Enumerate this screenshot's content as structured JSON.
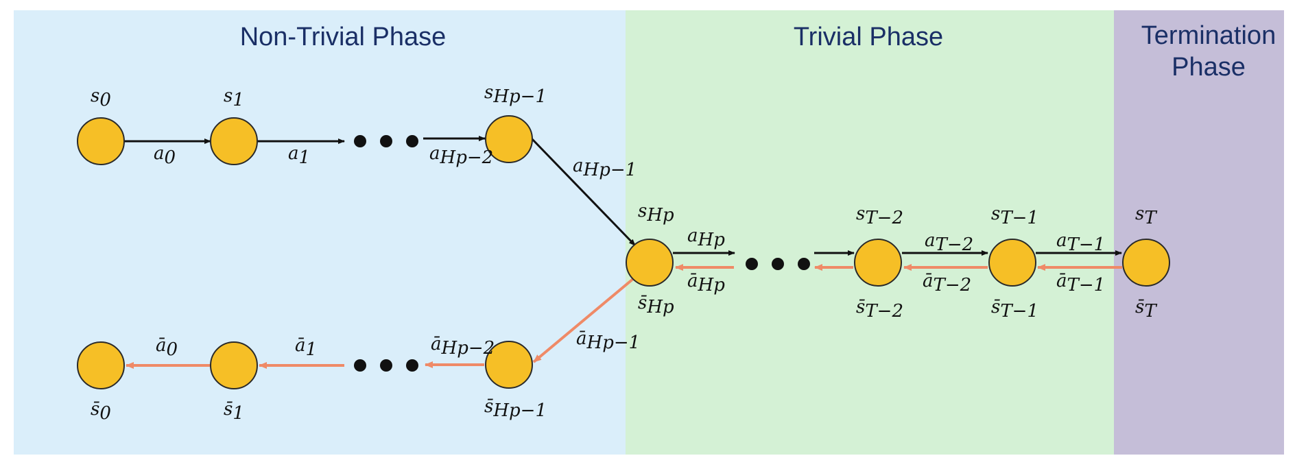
{
  "phases": {
    "nontrivial": {
      "title": "Non-Trivial Phase",
      "color": "#daeefa"
    },
    "trivial": {
      "title": "Trivial Phase",
      "color": "#d4f1d5"
    },
    "termination": {
      "title_line1": "Termination",
      "title_line2": "Phase",
      "color": "#c5bed8"
    }
  },
  "colors": {
    "node_fill": "#f6bf26",
    "node_stroke": "#2a2a2a",
    "forward_arrow": "#111111",
    "backward_arrow": "#ef8a67",
    "ellipsis_dot": "#111111"
  },
  "labels": {
    "s0": {
      "base": "s",
      "sub": "0"
    },
    "s1": {
      "base": "s",
      "sub": "1"
    },
    "sHp1": {
      "base": "s",
      "sub": "Hp−1"
    },
    "sHp": {
      "base": "s",
      "sub": "Hp"
    },
    "sT2": {
      "base": "s",
      "sub": "T−2"
    },
    "sT1": {
      "base": "s",
      "sub": "T−1"
    },
    "sT": {
      "base": "s",
      "sub": "T"
    },
    "a0": {
      "base": "a",
      "sub": "0"
    },
    "a1": {
      "base": "a",
      "sub": "1"
    },
    "aHp2": {
      "base": "a",
      "sub": "Hp−2"
    },
    "aHp1": {
      "base": "a",
      "sub": "Hp−1"
    },
    "aHp": {
      "base": "a",
      "sub": "Hp"
    },
    "aT2": {
      "base": "a",
      "sub": "T−2"
    },
    "aT1": {
      "base": "a",
      "sub": "T−1"
    },
    "sb0": {
      "base": "s̄",
      "sub": "0"
    },
    "sb1": {
      "base": "s̄",
      "sub": "1"
    },
    "sbHp1": {
      "base": "s̄",
      "sub": "Hp−1"
    },
    "sbHp": {
      "base": "s̄",
      "sub": "Hp"
    },
    "sbT2": {
      "base": "s̄",
      "sub": "T−2"
    },
    "sbT1": {
      "base": "s̄",
      "sub": "T−1"
    },
    "sbT": {
      "base": "s̄",
      "sub": "T"
    },
    "ab0": {
      "base": "ā",
      "sub": "0"
    },
    "ab1": {
      "base": "ā",
      "sub": "1"
    },
    "abHp2": {
      "base": "ā",
      "sub": "Hp−2"
    },
    "abHp1": {
      "base": "ā",
      "sub": "Hp−1"
    },
    "abHp": {
      "base": "ā",
      "sub": "Hp"
    },
    "abT2": {
      "base": "ā",
      "sub": "T−2"
    },
    "abT1": {
      "base": "ā",
      "sub": "T−1"
    }
  }
}
